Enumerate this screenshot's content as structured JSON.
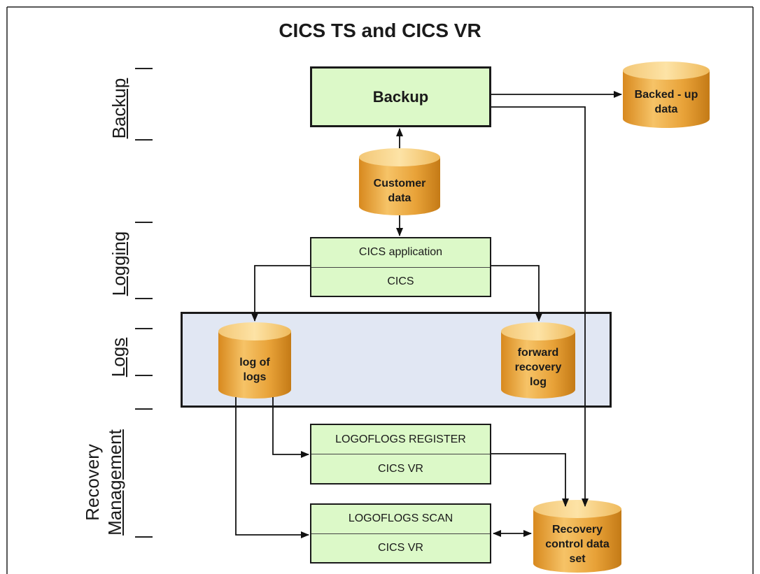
{
  "title": "CICS TS and CICS VR",
  "side_labels": {
    "backup": "Backup",
    "logging": "Logging",
    "logs": "Logs",
    "recovery_line1": "Recovery",
    "recovery_line2": "Management"
  },
  "boxes": {
    "backup": "Backup",
    "cics_app_top": "CICS application",
    "cics_app_bottom": "CICS",
    "logoflogs_register_top": "LOGOFLOGS REGISTER",
    "logoflogs_register_bottom": "CICS VR",
    "logoflogs_scan_top": "LOGOFLOGS SCAN",
    "logoflogs_scan_bottom": "CICS VR"
  },
  "cylinders": {
    "backed_up_data": [
      "Backed - up",
      "data"
    ],
    "customer_data": [
      "Customer",
      "data"
    ],
    "log_of_logs": [
      "log of",
      "logs"
    ],
    "forward_recovery_log": [
      "forward",
      "recovery",
      "log"
    ],
    "recovery_control": [
      "Recovery",
      "control data",
      "set"
    ]
  },
  "colors": {
    "box_fill": "#dcf9c8",
    "logs_panel_fill": "#e1e7f3",
    "cylinder_gradient": [
      "#f9d58a",
      "#e29b2a",
      "#c07414"
    ]
  }
}
